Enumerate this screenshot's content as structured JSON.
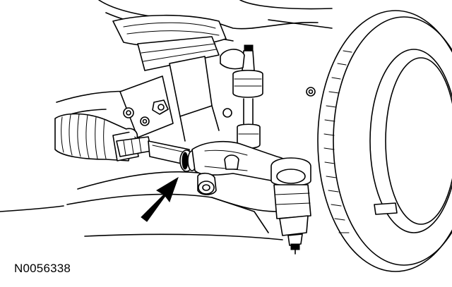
{
  "figure": {
    "id_label": "N0056338",
    "subject": "tie-rod-end-and-steering-gear-boot",
    "colors": {
      "line": "#000000",
      "background": "#ffffff"
    },
    "callouts": [
      {
        "name": "indicator-arrow",
        "points_to": "inner-tie-rod-jam-nut"
      }
    ]
  }
}
